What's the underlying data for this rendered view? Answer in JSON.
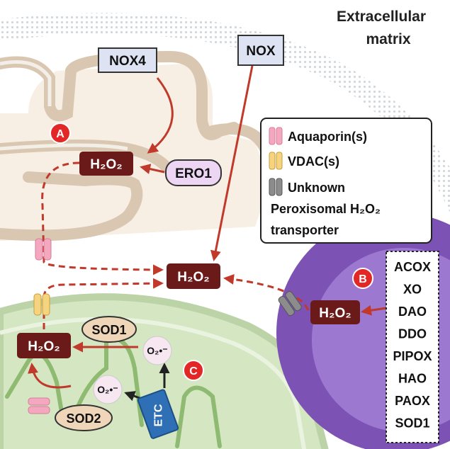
{
  "title": {
    "line1": "Extracellular",
    "line2": "matrix"
  },
  "labels": {
    "nox4": "NOX4",
    "nox": "NOX",
    "ero1": "ERO1",
    "sod1_mito": "SOD1",
    "sod2": "SOD2",
    "etc": "ETC",
    "superoxide": "O₂•⁻",
    "h2o2": "H₂O₂"
  },
  "badges": {
    "a": "A",
    "b": "B",
    "c": "C"
  },
  "legend": {
    "aquaporin": "Aquaporin(s)",
    "vdac": "VDAC(s)",
    "unknown_line1": "Unknown",
    "unknown_line2": "Peroxisomal H₂O₂",
    "unknown_line3": "transporter"
  },
  "peroxisome_enzymes": [
    "ACOX",
    "XO",
    "DAO",
    "DDO",
    "PIPOX",
    "HAO",
    "PAOX",
    "SOD1"
  ],
  "colors": {
    "arrow": "#c0392b",
    "h2o2_box": "#6b1a1a",
    "nox_box": "#dde3f3",
    "ero1_box": "#ecd6f3",
    "sod_box": "#f0d6b8",
    "etc_box": "#2e6fb5",
    "er": "#f8efe4",
    "mito": "#d5e6c2",
    "peroxisome": "#7d52b5",
    "badge": "#e32626"
  },
  "icons": [
    "aquaporin-channel-icon",
    "vdac-channel-icon",
    "unknown-transporter-icon"
  ]
}
